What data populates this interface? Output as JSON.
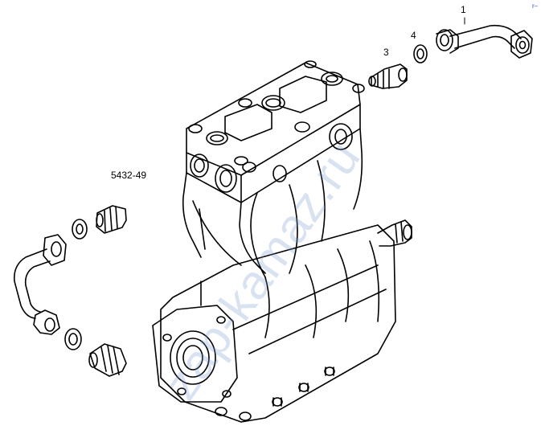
{
  "diagram": {
    "colors": {
      "line": "#000000",
      "background": "#ffffff",
      "watermark": "#7896c8",
      "corner_mark": "#2255cc"
    },
    "callouts": [
      {
        "id": "c1",
        "text": "1"
      },
      {
        "id": "c3",
        "text": "3"
      },
      {
        "id": "c4",
        "text": "4"
      },
      {
        "id": "c5432",
        "text": "5432-49"
      }
    ],
    "watermark": "zap-kamaz.ru",
    "corner_mark": "r–"
  }
}
